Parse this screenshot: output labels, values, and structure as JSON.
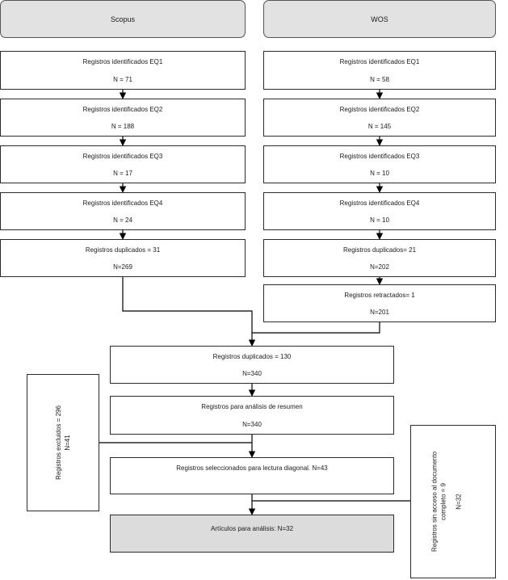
{
  "headers": {
    "scopus": "Scopus",
    "wos": "WOS"
  },
  "scopus": {
    "eq1": {
      "label": "Registros identificados EQ1",
      "value": "N = 71"
    },
    "eq2": {
      "label": "Registros identificados EQ2",
      "value": "N = 188"
    },
    "eq3": {
      "label": "Registros identificados EQ3",
      "value": "N = 17"
    },
    "eq4": {
      "label": "Registros identificados EQ4",
      "value": "N = 24"
    },
    "dup": {
      "label": "Registros duplicados = 31",
      "value": "N=269"
    }
  },
  "wos": {
    "eq1": {
      "label": "Registros identificados EQ1",
      "value": "N = 58"
    },
    "eq2": {
      "label": "Registros identificados EQ2",
      "value": "N = 145"
    },
    "eq3": {
      "label": "Registros identificados EQ3",
      "value": "N = 10"
    },
    "eq4": {
      "label": "Registros identificados EQ4",
      "value": "N = 10"
    },
    "dup": {
      "label": "Registros duplicados= 21",
      "value": "N=202"
    },
    "ret": {
      "label": "Registros retractados= 1",
      "value": "N=201"
    }
  },
  "merged": {
    "dup": {
      "label": "Registros duplicados = 130",
      "value": "N=340"
    },
    "abstract": {
      "label": "Registros para análisis de resumen",
      "value": "N=340"
    },
    "diagonal": {
      "label": "Registros seleccionados para lectura diagonal.  N=43"
    },
    "final": {
      "label": "Artículos para análisis: N=32"
    }
  },
  "excluded": {
    "line1": "Registros excluidos = 296",
    "line2": "N=41"
  },
  "no_access": {
    "line1": "Registros sin acceso al documento",
    "line2": "completo = 9",
    "line3": "N=32"
  }
}
